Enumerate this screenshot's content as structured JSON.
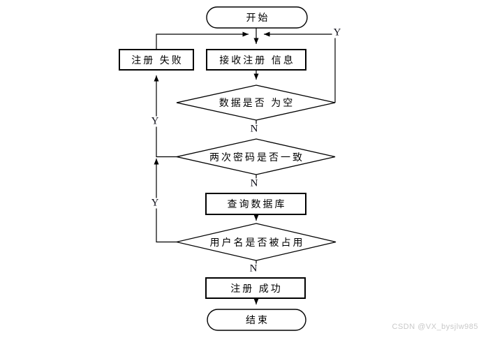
{
  "page": {
    "background": "#ffffff",
    "stroke_color": "#000000"
  },
  "watermark": {
    "text": "CSDN @VX_bysjlw985",
    "color": "#c9c9c9"
  },
  "flowchart": {
    "nodes": [
      {
        "id": "start",
        "type": "terminator",
        "label": "开始"
      },
      {
        "id": "register-fail",
        "type": "process",
        "label": "注册 失败"
      },
      {
        "id": "receive-register-info",
        "type": "process",
        "label": "接收注册 信息"
      },
      {
        "id": "data-empty-check",
        "type": "decision",
        "label": "数据是否 为空"
      },
      {
        "id": "password-match-check",
        "type": "decision",
        "label": "两次密码是否一致"
      },
      {
        "id": "query-database",
        "type": "process",
        "label": "查询数据库"
      },
      {
        "id": "username-taken-check",
        "type": "decision",
        "label": "用户名是否被占用"
      },
      {
        "id": "register-success",
        "type": "process",
        "label": "注册 成功"
      },
      {
        "id": "end",
        "type": "terminator",
        "label": "结束"
      }
    ],
    "edges": [
      {
        "from": "start",
        "to": "receive-register-info",
        "label": ""
      },
      {
        "from": "register-fail",
        "to": "receive-register-info",
        "label": ""
      },
      {
        "from": "data-empty-check",
        "to": "receive-register-info",
        "label": "Y"
      },
      {
        "from": "receive-register-info",
        "to": "data-empty-check",
        "label": ""
      },
      {
        "from": "data-empty-check",
        "to": "password-match-check",
        "label": "N"
      },
      {
        "from": "password-match-check",
        "to": "register-fail",
        "label": "Y"
      },
      {
        "from": "password-match-check",
        "to": "query-database",
        "label": "N"
      },
      {
        "from": "query-database",
        "to": "username-taken-check",
        "label": ""
      },
      {
        "from": "username-taken-check",
        "to": "register-fail",
        "label": "Y"
      },
      {
        "from": "username-taken-check",
        "to": "register-success",
        "label": "N"
      },
      {
        "from": "register-success",
        "to": "end",
        "label": ""
      }
    ],
    "edge_labels": [
      {
        "id": "data-empty-yes",
        "text": "Y"
      },
      {
        "id": "password-match-yes",
        "text": "Y"
      },
      {
        "id": "username-taken-yes",
        "text": "Y"
      },
      {
        "id": "data-empty-no",
        "text": "N"
      },
      {
        "id": "password-match-no",
        "text": "N"
      },
      {
        "id": "username-taken-no",
        "text": "N"
      }
    ]
  }
}
